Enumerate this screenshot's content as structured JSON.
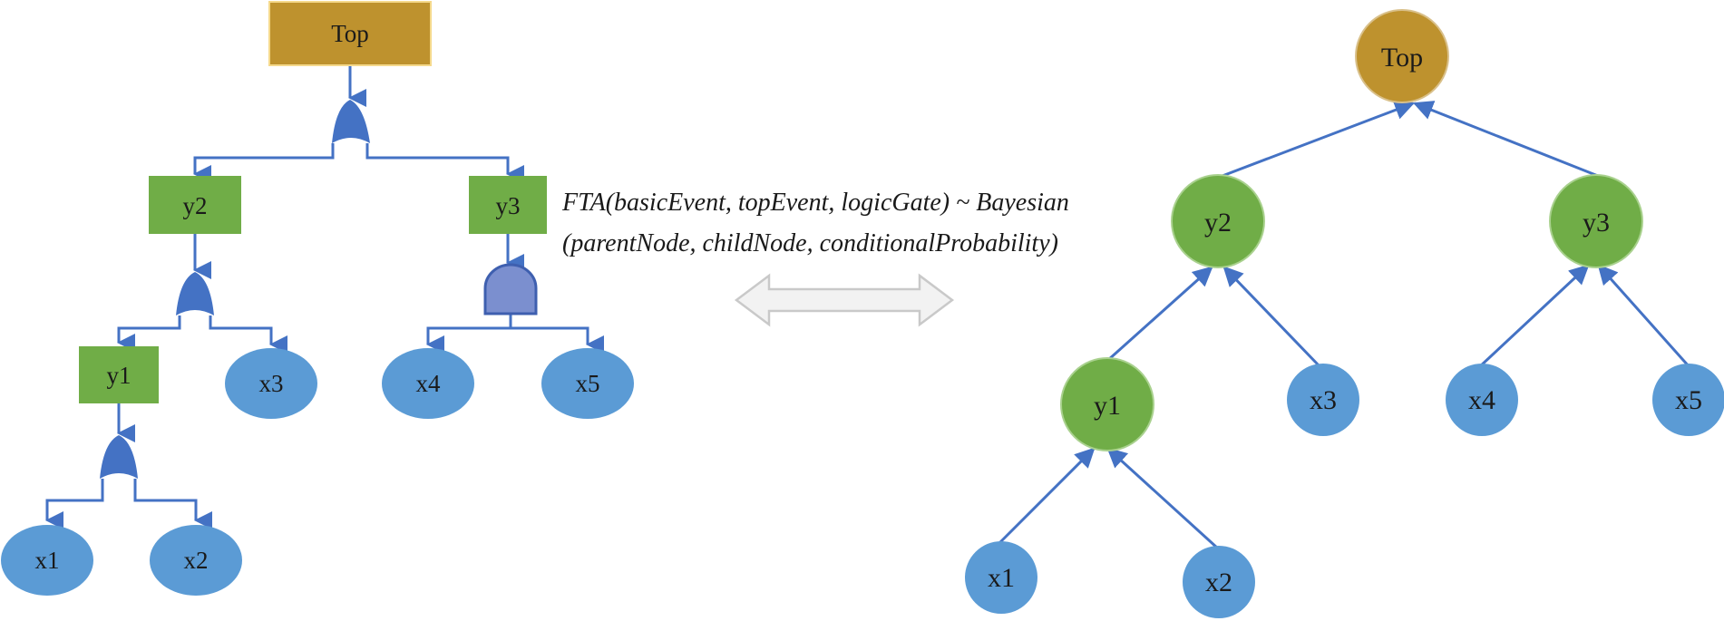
{
  "colors": {
    "top_event": "#BE922E",
    "intermediate_event": "#70AD47",
    "basic_event": "#5B9BD5",
    "gate": "#4472C4",
    "and_gate": "#7B8FCF",
    "edge": "#4472C4",
    "double_arrow_fill": "#F2F2F2",
    "double_arrow_stroke": "#C9C9C9"
  },
  "fault_tree": {
    "top": "Top",
    "y2": "y2",
    "y3": "y3",
    "y1": "y1",
    "x1": "x1",
    "x2": "x2",
    "x3": "x3",
    "x4": "x4",
    "x5": "x5"
  },
  "bayesian_network": {
    "top": "Top",
    "y2": "y2",
    "y3": "y3",
    "y1": "y1",
    "x1": "x1",
    "x2": "x2",
    "x3": "x3",
    "x4": "x4",
    "x5": "x5"
  },
  "formula": {
    "line1": "FTA(basicEvent, topEvent, logicGate) ~ Bayesian",
    "line2": "(parentNode, childNode, conditionalProbability)"
  }
}
